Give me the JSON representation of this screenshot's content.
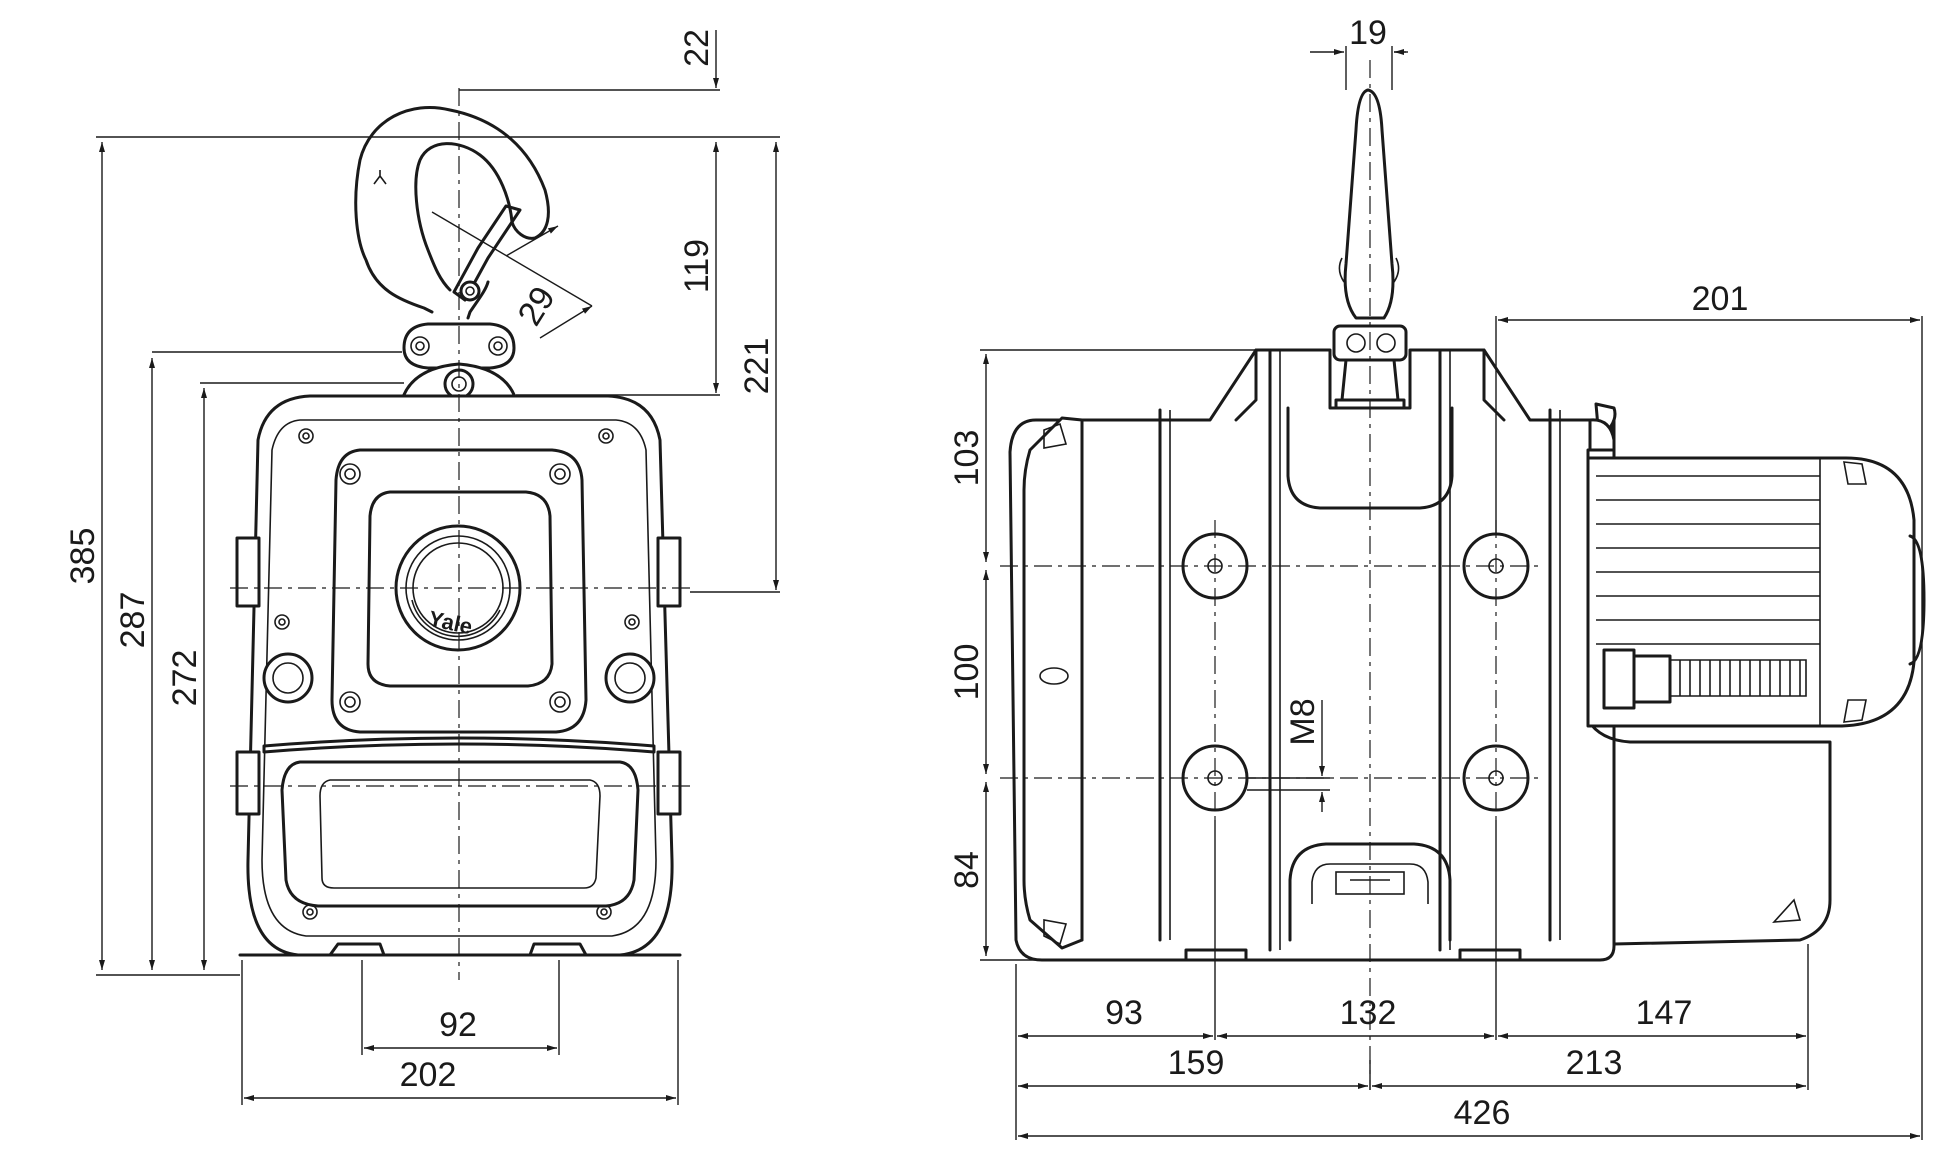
{
  "front_view": {
    "dimensions": {
      "overall_height": "385",
      "height_to_suspension": "287",
      "body_height": "272",
      "hook_top_offset": "22",
      "hook_length": "119",
      "hook_to_center": "221",
      "hook_opening": "29",
      "foot_spacing": "92",
      "width": "202"
    },
    "logo_text": "Yale"
  },
  "side_view": {
    "dimensions": {
      "hook_width": "19",
      "top_to_bolt": "103",
      "bolt_spacing": "100",
      "bolt_to_bottom": "84",
      "thread": "M8",
      "motor_length": "201",
      "left_to_bolt": "93",
      "bolt_to_bolt": "132",
      "bolt_to_right": "147",
      "left_to_center": "159",
      "center_to_right": "213",
      "overall_length": "426"
    }
  },
  "colors": {
    "line": "#1a1a1a",
    "background": "#ffffff"
  }
}
